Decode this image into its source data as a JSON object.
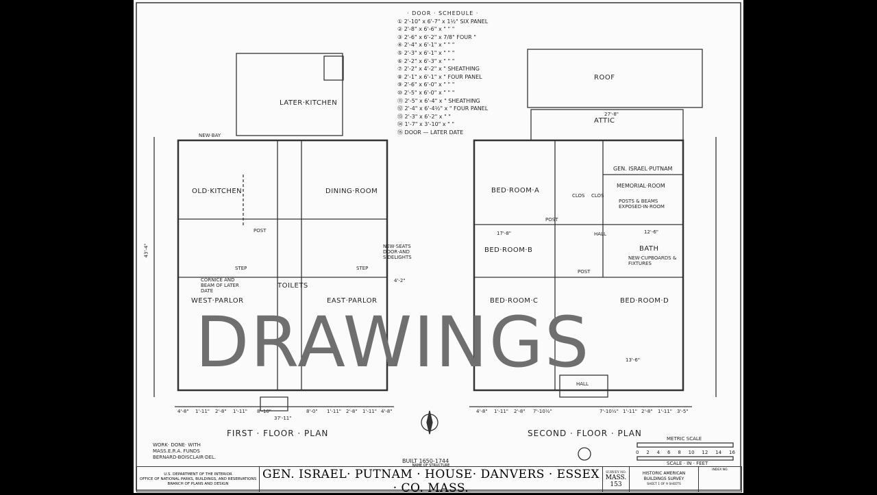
{
  "overlay_text": "DRAWINGS",
  "door_schedule": {
    "title": "· DOOR · SCHEDULE ·",
    "items": [
      "① 2'-10\" x 6'-7\" x 1½\" SIX PANEL",
      "② 2'-8\" x 6'-6\" x \" \" \"",
      "③ 2'-6\" x 6'-2\" x 7/8\" FOUR \"",
      "④ 2'-4\" x 6'-1\" x \" \" \"",
      "⑤ 2'-3\" x 6'-1\" x \" \" \"",
      "⑥ 2'-2\" x 6'-3\" x \" \" \"",
      "⑦ 2'-2\" x 4'-2\" x \" SHEATHING",
      "⑧ 2'-1\" x 6'-1\" x \" FOUR PANEL",
      "⑨ 2'-6\" x 6'-0\" x \" \" \"",
      "⑩ 2'-5\" x 6'-0\" x \" \" \"",
      "⑪ 2'-5\" x 6'-4\" x \" SHEATHING",
      "⑫ 2'-4\" x 6'-4½\" x \" FOUR PANEL",
      "⑬ 2'-3\" x 6'-2\" x \" \"",
      "⑭ 1'-7\" x 3'-10\" x \" \"",
      "⑮ DOOR — LATER DATE"
    ]
  },
  "first_floor": {
    "title": "FIRST · FLOOR · PLAN",
    "rooms": [
      "LATER·KITCHEN",
      "NEW·BAY",
      "OLD·KITCHEN",
      "DINING·ROOM",
      "WEST·PARLOR",
      "EAST·PARLOR",
      "TOILETS",
      "POST",
      "STEP",
      "STEP",
      "CORNICE AND BEAM OF LATER DATE",
      "NEW·SEATS DOOR·AND SIDELIGHTS"
    ],
    "dims": [
      "4'-8\"",
      "1'-11\"",
      "2'-8\"",
      "1'-11\"",
      "8'-10\"",
      "8'-0\"",
      "1'-11\"",
      "2'-8\"",
      "1'-11\"",
      "4'-8\"",
      "37'-11\"",
      "43'-4\"",
      "4'-2\""
    ]
  },
  "second_floor": {
    "title": "SECOND · FLOOR · PLAN",
    "rooms": [
      "ROOF",
      "ATTIC",
      "BED·ROOM·A",
      "BED·ROOM·B",
      "BED·ROOM·C",
      "BED·ROOM·D",
      "GEN. ISRAEL·PUTNAM",
      "MEMORIAL·ROOM",
      "POSTS & BEAMS EXPOSED·IN·ROOM",
      "BATH",
      "NEW·CUPBOARDS & FIXTURES",
      "HALL",
      "HALL",
      "CLOS",
      "CLOS",
      "POST",
      "POST"
    ],
    "dims": [
      "27'-8\"",
      "4'-8\"",
      "1'-11\"",
      "2'-8\"",
      "7'-10½\"",
      "7'-10½\"",
      "1'-11\"",
      "2'-8\"",
      "1'-11\"",
      "3'-5\"",
      "13'-6\"",
      "12'-6\"",
      "17'-8\""
    ]
  },
  "credits": [
    "WORK· DONE· WITH",
    "MASS.E.R.A. FUNDS",
    "BERNARD-BOISCLAIR-DEL."
  ],
  "built": "BUILT 1650-1744",
  "scale": {
    "title": "METRIC SCALE",
    "ticks": [
      "0",
      "2",
      "4",
      "6",
      "8",
      "10",
      "12",
      "14",
      "16"
    ],
    "caption": "SCALE · IN · FEET"
  },
  "title_block": {
    "agency": [
      "U.S. DEPARTMENT OF THE INTERIOR",
      "OFFICE OF NATIONAL PARKS, BUILDINGS, AND RESERVATIONS",
      "BRANCH OF PLANS AND DESIGN"
    ],
    "name_label": "NAME OF STRUCTURE",
    "name": "GEN. ISRAEL· PUTNAM · HOUSE· DANVERS · ESSEX · CO. MASS.",
    "survey_label": "SURVEY NO.",
    "survey": [
      "MASS.",
      "153"
    ],
    "habs": [
      "HISTORIC AMERICAN",
      "BUILDINGS SURVEY",
      "SHEET 1 OF 9 SHEETS"
    ],
    "index_label": "INDEX NO."
  }
}
